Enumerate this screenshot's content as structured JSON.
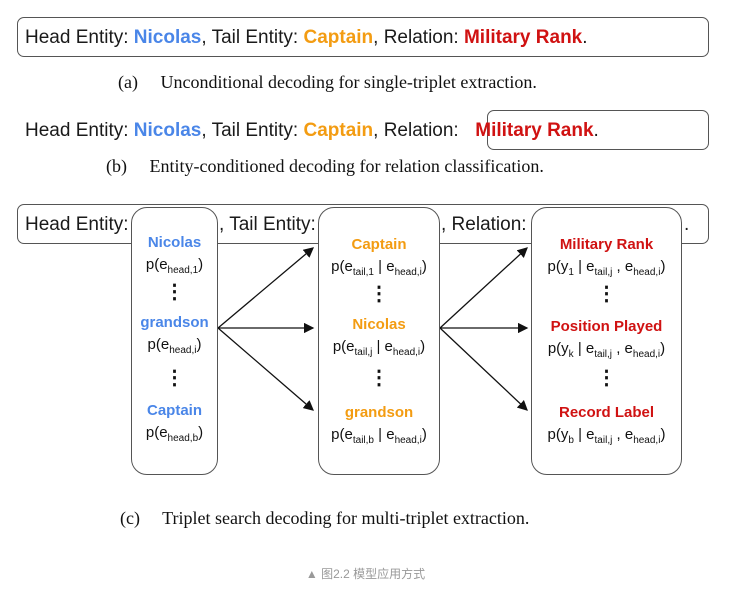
{
  "panel_a": {
    "head_label": "Head Entity:",
    "head_value": "Nicolas",
    "tail_label": ", Tail Entity:",
    "tail_value": "Captain",
    "rel_label": ", Relation:",
    "rel_value": "Military Rank",
    "period": ".",
    "caption_letter": "(a)",
    "caption_text": "Unconditional decoding for single-triplet extraction."
  },
  "panel_b": {
    "head_label": "Head Entity:",
    "head_value": "Nicolas",
    "tail_label": ", Tail Entity:",
    "tail_value": "Captain",
    "rel_label": ", Relation:",
    "rel_value": "Military Rank",
    "period": ".",
    "caption_letter": "(b)",
    "caption_text": "Entity-conditioned decoding for relation classification."
  },
  "panel_c": {
    "head_label": "Head Entity:",
    "tail_label": ", Tail Entity:",
    "rel_label": ", Relation:",
    "period": ".",
    "caption_letter": "(c)",
    "caption_text": "Triplet search decoding for multi-triplet extraction.",
    "head_column": {
      "items": [
        {
          "entity": "Nicolas",
          "prob_prefix": "p(e",
          "prob_sub": "head,1",
          "prob_suffix": ")"
        },
        {
          "entity": "grandson",
          "prob_prefix": "p(e",
          "prob_sub": "head,i",
          "prob_suffix": ")"
        },
        {
          "entity": "Captain",
          "prob_prefix": "p(e",
          "prob_sub": "head,b",
          "prob_suffix": ")"
        }
      ]
    },
    "tail_column": {
      "items": [
        {
          "entity": "Captain",
          "p1": "p(e",
          "s1": "tail,1",
          "p2": " | e",
          "s2": "head,i",
          "p3": ")"
        },
        {
          "entity": "Nicolas",
          "p1": "p(e",
          "s1": "tail,j",
          "p2": " | e",
          "s2": "head,i",
          "p3": ")"
        },
        {
          "entity": "grandson",
          "p1": "p(e",
          "s1": "tail,b",
          "p2": " | e",
          "s2": "head,i",
          "p3": ")"
        }
      ]
    },
    "relation_column": {
      "items": [
        {
          "entity": "Military Rank",
          "p1": "p(y",
          "s1": "1",
          "p2": " | e",
          "s2": "tail,j",
          "p3": " , e",
          "s3": "head,i",
          "p4": ")"
        },
        {
          "entity": "Position Played",
          "p1": "p(y",
          "s1": "k",
          "p2": " | e",
          "s2": "tail,j",
          "p3": " , e",
          "s3": "head,i",
          "p4": ")"
        },
        {
          "entity": "Record Label",
          "p1": "p(y",
          "s1": "b",
          "p2": " | e",
          "s2": "tail,j",
          "p3": " , e",
          "s3": "head,i",
          "p4": ")"
        }
      ]
    },
    "dots": "⋮"
  },
  "footer": {
    "caption": "▲ 图2.2 模型应用方式"
  },
  "colors": {
    "head": "#4a86e8",
    "tail": "#f39c12",
    "relation": "#d01212",
    "border": "#555555"
  }
}
